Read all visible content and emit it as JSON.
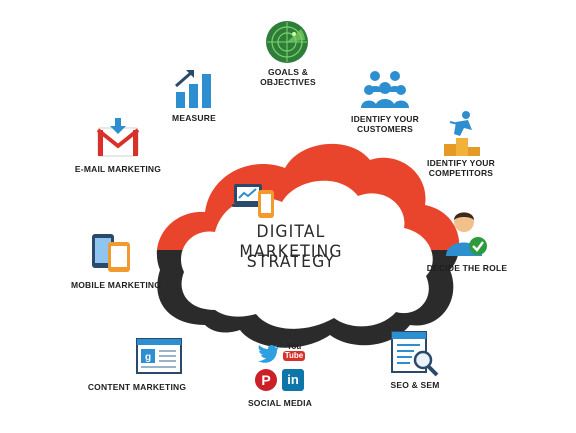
{
  "diagram": {
    "center": {
      "title_line1": "DIGITAL MARKETING",
      "title_line2": "STRATEGY"
    },
    "items": {
      "goals": {
        "label_line1": "GOALS &",
        "label_line2": "OBJECTIVES",
        "icon": "radar-icon"
      },
      "customers": {
        "label_line1": "IDENTIFY YOUR",
        "label_line2": "CUSTOMERS",
        "icon": "people-group-icon"
      },
      "competitors": {
        "label_line1": "IDENTIFY YOUR",
        "label_line2": "COMPETITORS",
        "icon": "podium-runner-icon"
      },
      "role": {
        "label": "DECIDE THE ROLE",
        "icon": "person-check-icon"
      },
      "seo": {
        "label": "SEO & SEM",
        "icon": "document-search-icon"
      },
      "social": {
        "label": "SOCIAL MEDIA",
        "icon": "social-icons-cluster"
      },
      "content": {
        "label": "CONTENT MARKETING",
        "icon": "news-page-icon"
      },
      "mobile": {
        "label": "MOBILE MARKETING",
        "icon": "mobile-devices-icon"
      },
      "email": {
        "label": "E-MAIL MARKETING",
        "icon": "gmail-envelope-icon"
      },
      "measure": {
        "label": "MEASURE",
        "icon": "bar-chart-arrow-icon"
      }
    },
    "social_badges": {
      "youtube_line1": "You",
      "youtube_line2": "Tube",
      "linkedin": "in",
      "twitter_icon": "twitter-bird-icon",
      "pinterest": "P"
    },
    "colors": {
      "cloud_top": "#e8452c",
      "cloud_bottom": "#2b2b2b",
      "icon_blue": "#2e8fd0",
      "icon_green": "#2e9a3e"
    }
  }
}
